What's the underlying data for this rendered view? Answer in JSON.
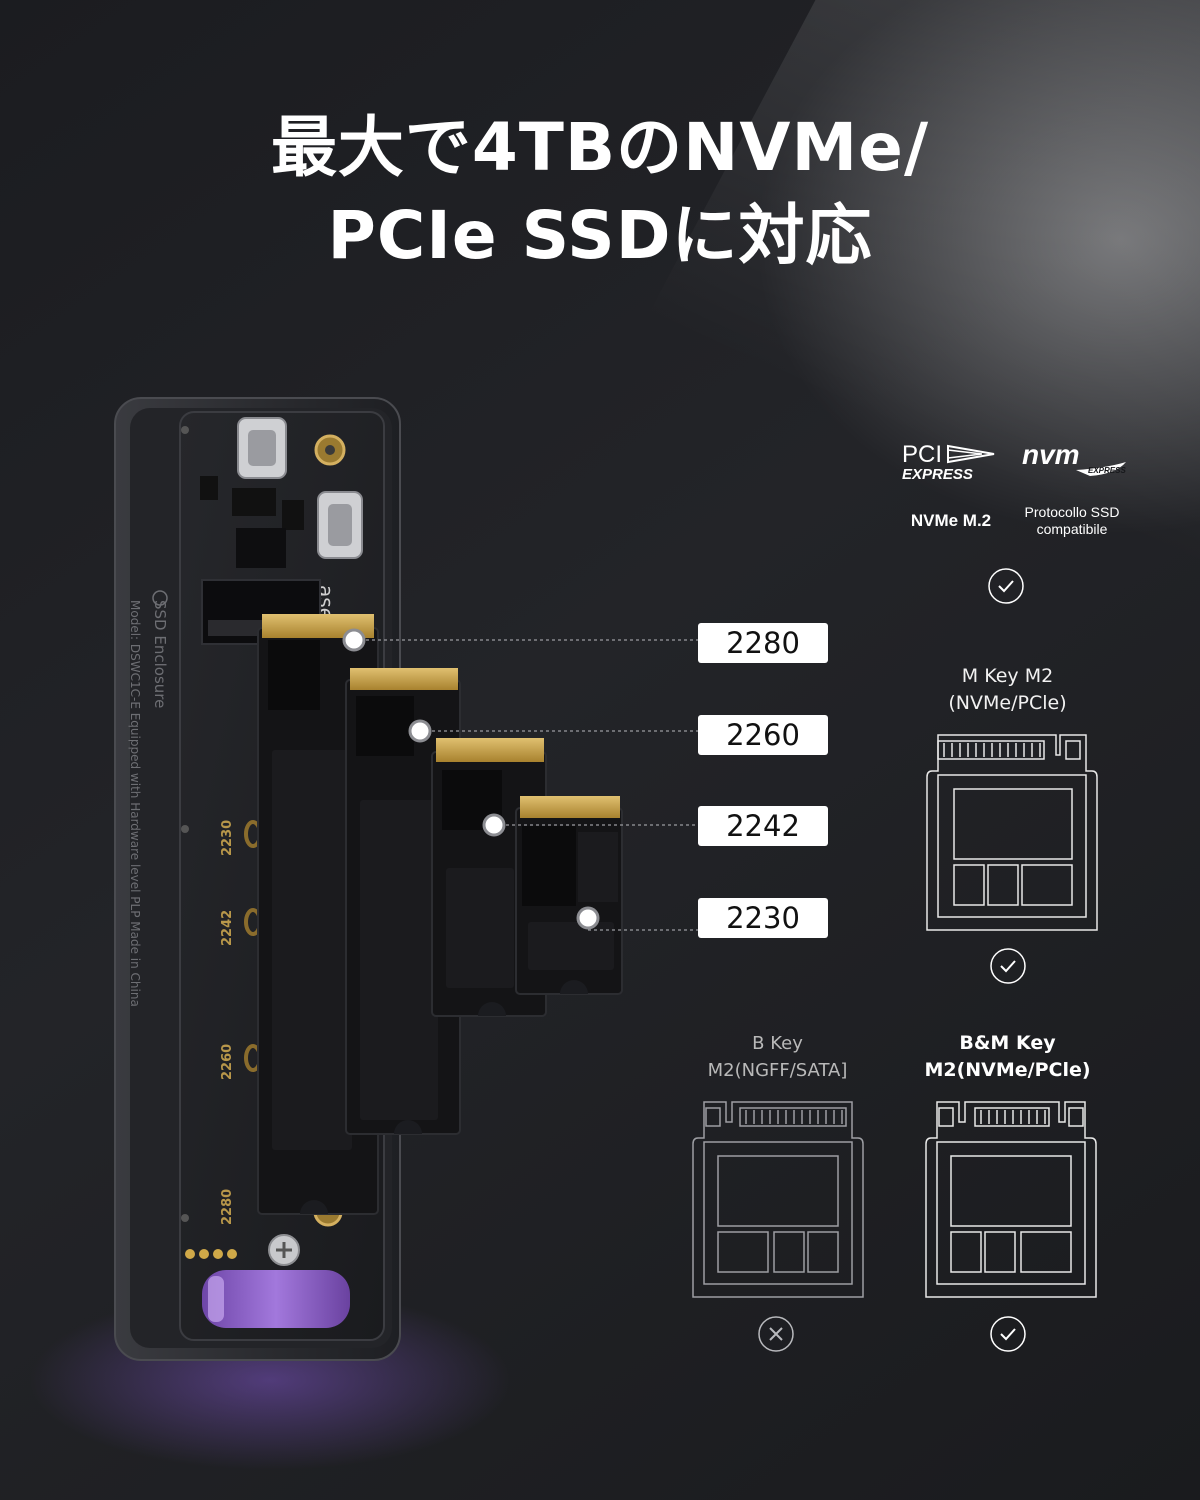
{
  "headline": {
    "line1": "最大で4TBのNVMe/",
    "line2": "PCIe SSDに対応"
  },
  "enclosure": {
    "side_text_1": "SSD Enclosure",
    "side_text_2": "Model: DSWC1C-E  Equipped with Hardware level PLP Made in China",
    "slot_marks": [
      "2230",
      "2242",
      "2260",
      "2280"
    ],
    "brand_text": "ase"
  },
  "ssd_sizes": [
    "2280",
    "2260",
    "2242",
    "2230"
  ],
  "compatibility": {
    "logos": [
      "pci-express-logo",
      "nvm-express-logo"
    ],
    "nvme_caption": "NVMe M.2",
    "protocol_caption": "Protocollo SSD compatibile",
    "keys": [
      {
        "label_line1": "M Key M2",
        "label_line2": "(NVMe/PCle)",
        "supported": true
      },
      {
        "label_line1": "B Key",
        "label_line2": "M2(NGFF/SATA]",
        "supported": false
      },
      {
        "label_line1": "B&M Key",
        "label_line2": "M2(NVMe/PCle)",
        "supported": true
      }
    ]
  },
  "colors": {
    "background": "#17181b",
    "gold": "#c9a24a",
    "battery": "#8a5fc6",
    "label_bg": "#ffffff"
  }
}
